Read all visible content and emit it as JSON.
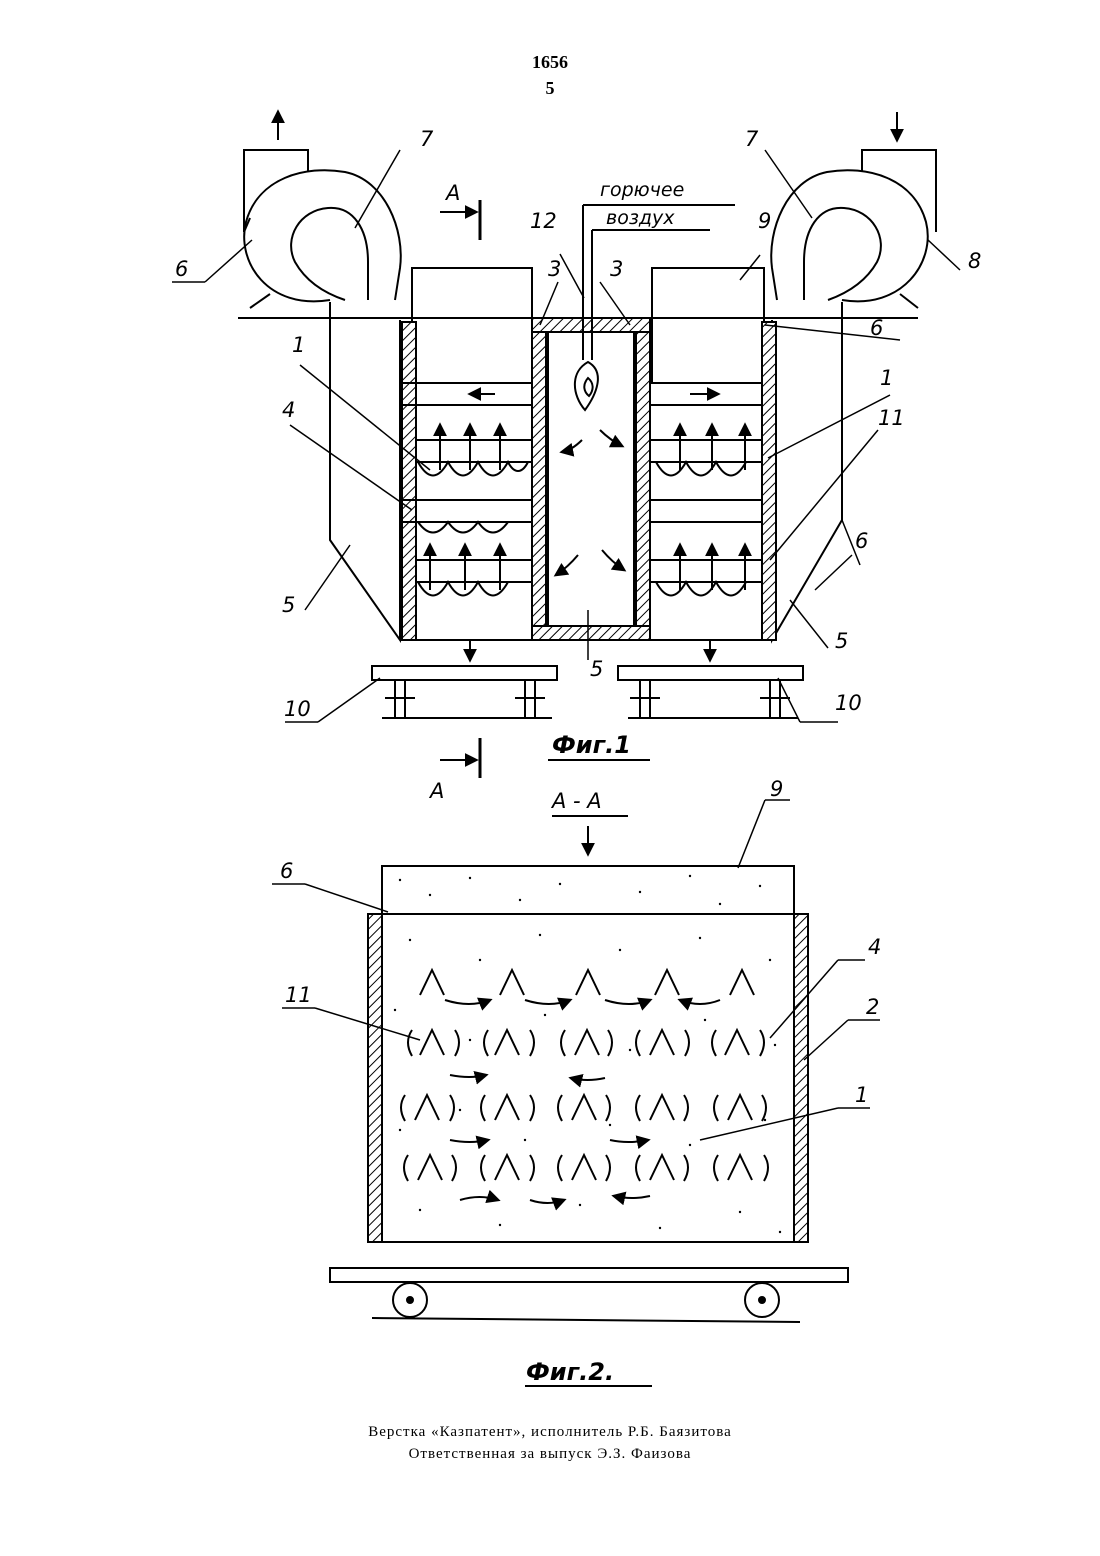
{
  "header": {
    "patent_number": "1656",
    "page_number": "5"
  },
  "figure1": {
    "caption": "Фиг.1",
    "text_fuel": "горючее",
    "text_air": "воздух",
    "section_marker": "A",
    "callouts": {
      "c1_left": "1",
      "c1_right": "1",
      "c3_left": "3",
      "c3_right": "3",
      "c4": "4",
      "c5_left": "5",
      "c5_center": "5",
      "c5_right": "5",
      "c6_left": "6",
      "c6_right_top": "6",
      "c6_right_mid": "6",
      "c7_left": "7",
      "c7_right": "7",
      "c8": "8",
      "c9": "9",
      "c10_left": "10",
      "c10_right": "10",
      "c11": "11",
      "c12": "12"
    }
  },
  "figure2": {
    "caption": "Фиг.2.",
    "section_title": "A - A",
    "callouts": {
      "c9": "9",
      "c6": "6",
      "c11": "11",
      "c4": "4",
      "c2": "2",
      "c1": "1"
    }
  },
  "footer": {
    "line1": "Верстка «Казпатент», исполнитель Р.Б. Баязитова",
    "line2": "Ответственная за выпуск Э.З. Фаизова"
  }
}
